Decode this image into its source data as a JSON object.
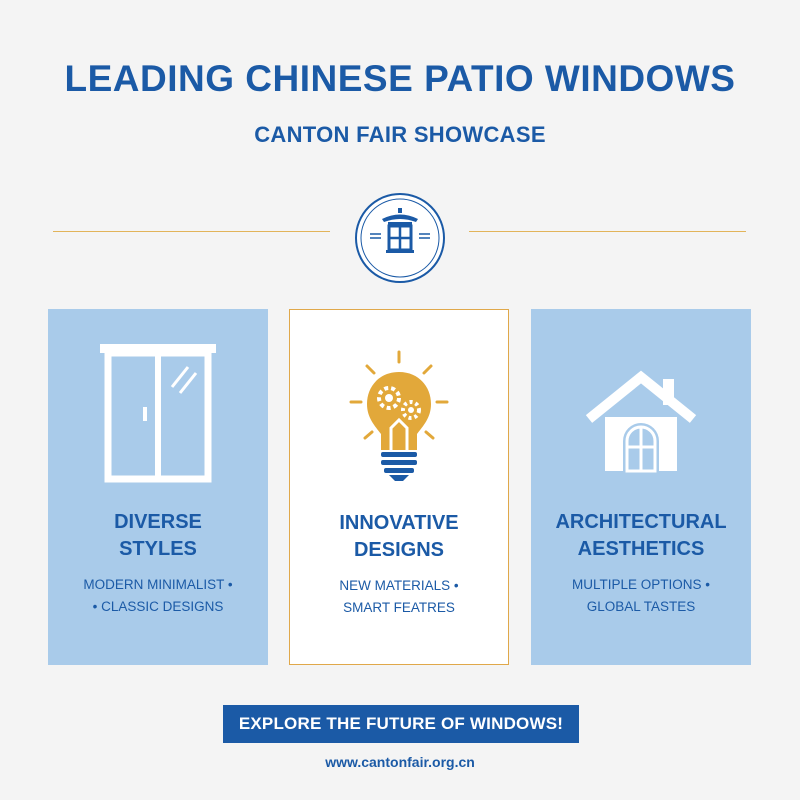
{
  "header": {
    "title": "LEADING CHINESE PATIO WINDOWS",
    "subtitle": "CANTON FAIR SHOWCASE"
  },
  "emblem": {
    "icon": "pagoda-window-icon"
  },
  "cards": [
    {
      "icon": "sliding-window-icon",
      "heading_line1": "DIVERSE",
      "heading_line2": "STYLES",
      "desc_line1": "MODERN MINIMALIST •",
      "desc_line2": "• CLASSIC DESIGNS"
    },
    {
      "icon": "lightbulb-gears-icon",
      "heading_line1": "INNOVATIVE",
      "heading_line2": "DESIGNS",
      "desc_line1": "NEW MATERIALS •",
      "desc_line2": "SMART FEATRES"
    },
    {
      "icon": "house-arched-window-icon",
      "heading_line1": "ARCHITECTURAL",
      "heading_line2": "AESTHETICS",
      "desc_line1": "MULTIPLE OPTIONS •",
      "desc_line2": "GLOBAL TASTES"
    }
  ],
  "cta": {
    "label": "EXPLORE THE FUTURE OF WINDOWS!"
  },
  "footer": {
    "url": "www.cantonfair.org.cn"
  },
  "colors": {
    "primary_blue": "#1b5aa6",
    "light_blue": "#a9cbea",
    "gold": "#e2a83a",
    "background": "#f4f4f4"
  }
}
